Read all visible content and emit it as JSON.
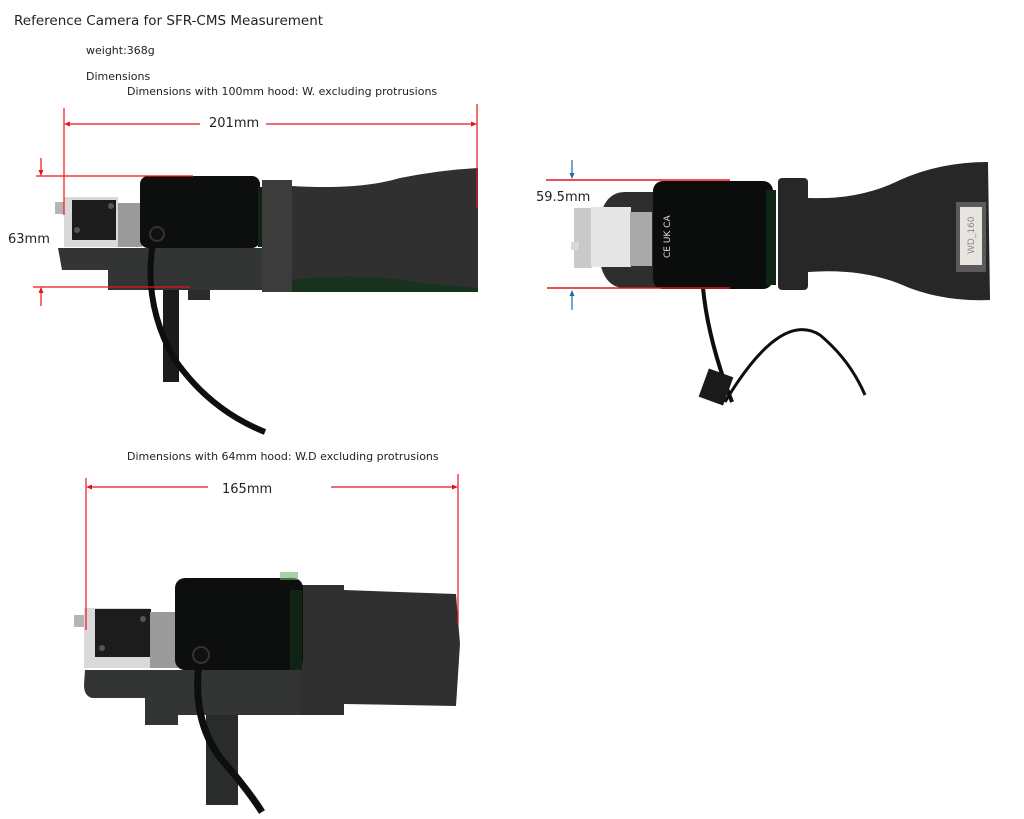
{
  "document": {
    "title": "Reference Camera for SFR-CMS Measurement",
    "weight": "weight:368g",
    "dimensions_heading": "Dimensions"
  },
  "figure_100mm": {
    "caption": "Dimensions with 100mm hood: W. excluding protrusions",
    "width_label": "201mm",
    "height_label": "63mm"
  },
  "figure_top_view": {
    "height_label": "59.5mm",
    "marking_symbols": "CE UK CA",
    "label_text": "WD_160"
  },
  "figure_64mm": {
    "caption": "Dimensions with 64mm hood: W.D excluding protrusions",
    "width_label": "165mm"
  },
  "colors": {
    "dimension_line": "#e8141b",
    "dimension_arrow_blue": "#1f6aa5",
    "camera_body": "#111111",
    "hood": "#2c2d2c",
    "bracket": "#333534"
  }
}
